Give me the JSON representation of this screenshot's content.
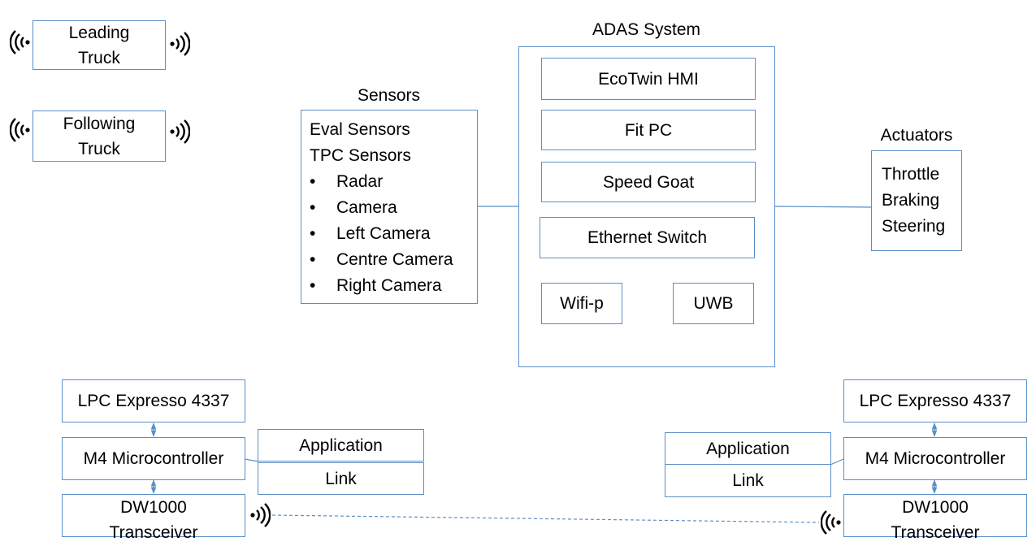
{
  "trucks": {
    "leading": {
      "line1": "Leading",
      "line2": "Truck"
    },
    "following": {
      "line1": "Following",
      "line2": "Truck"
    }
  },
  "adas": {
    "title": "ADAS System",
    "hmi": "EcoTwin HMI",
    "fitpc": "Fit PC",
    "speedgoat": "Speed Goat",
    "ethernet": "Ethernet Switch",
    "wifi": "Wifi-p",
    "uwb": "UWB"
  },
  "sensors": {
    "title": "Sensors",
    "eval": "Eval Sensors",
    "tpc": "TPC Sensors",
    "items": [
      "Radar",
      "Camera",
      "Left Camera",
      "Centre Camera",
      "Right Camera"
    ]
  },
  "actuators": {
    "title": "Actuators",
    "items": [
      "Throttle",
      "Braking",
      "Steering"
    ]
  },
  "left_node": {
    "lpc": "LPC Expresso 4337",
    "m4": "M4 Microcontroller",
    "application": "Application",
    "link": "Link",
    "dw_line1": "DW1000",
    "dw_line2": "Transceiver"
  },
  "right_node": {
    "lpc": "LPC Expresso 4337",
    "m4": "M4 Microcontroller",
    "application": "Application",
    "link": "Link",
    "dw_line1": "DW1000",
    "dw_line2": "Transceiver"
  },
  "colors": {
    "border": "#5b8fc7",
    "icon": "#000000"
  }
}
